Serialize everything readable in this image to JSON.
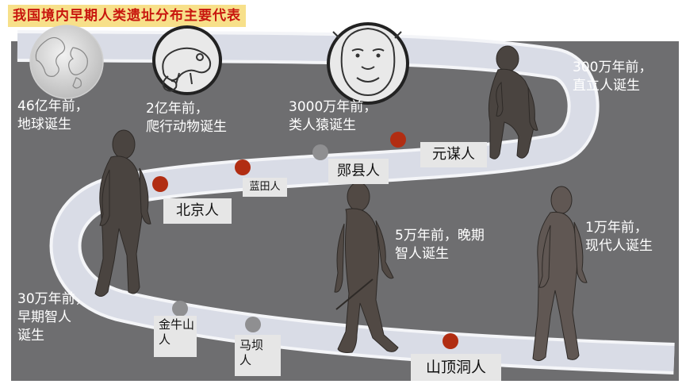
{
  "title": "我国境内早期人类遗址分布主要代表",
  "eras": [
    {
      "id": "earth",
      "lines": [
        "46亿年前，",
        "地球诞生"
      ]
    },
    {
      "id": "reptile",
      "lines": [
        "2亿年前，",
        "爬行动物诞生"
      ]
    },
    {
      "id": "ape",
      "lines": [
        "3000万年前，",
        "类人猿诞生"
      ]
    },
    {
      "id": "erectus",
      "lines": [
        "300万年前，",
        "直立人诞生"
      ]
    },
    {
      "id": "early-sapiens",
      "lines": [
        "30万年前，",
        "早期智人",
        "诞生"
      ]
    },
    {
      "id": "late-sapiens",
      "lines": [
        "5万年前，晚期",
        "智人诞生"
      ]
    },
    {
      "id": "modern",
      "lines": [
        "1万年前，",
        "现代人诞生"
      ]
    }
  ],
  "sites": [
    {
      "id": "yuanmou",
      "lines": [
        "元谋人"
      ],
      "dot": "red"
    },
    {
      "id": "yunxian",
      "lines": [
        "郧县人"
      ],
      "dot": "gray"
    },
    {
      "id": "lantian",
      "lines": [
        "蓝田人"
      ],
      "dot": "red"
    },
    {
      "id": "beijing",
      "lines": [
        "北京人"
      ],
      "dot": "red"
    },
    {
      "id": "jinniushan",
      "lines": [
        "金牛山",
        "人"
      ],
      "dot": "gray"
    },
    {
      "id": "maba",
      "lines": [
        "马坝",
        "人"
      ],
      "dot": "gray"
    },
    {
      "id": "shandingdong",
      "lines": [
        "山顶洞人"
      ],
      "dot": "red"
    }
  ],
  "colors": {
    "background": "#6e6e70",
    "road": "#dfe2ea",
    "road_edge": "#f4f5f8",
    "title_bg": "#f7e08a",
    "title_text": "#c8160e",
    "dot_red": "#b12d12",
    "dot_gray": "#8f8f91",
    "label_bg": "#e6e6e6"
  },
  "icons": [
    "earth-globe-icon",
    "chameleon-icon",
    "ape-face-icon",
    "walking-ape-icon",
    "walking-hominid-icon"
  ]
}
